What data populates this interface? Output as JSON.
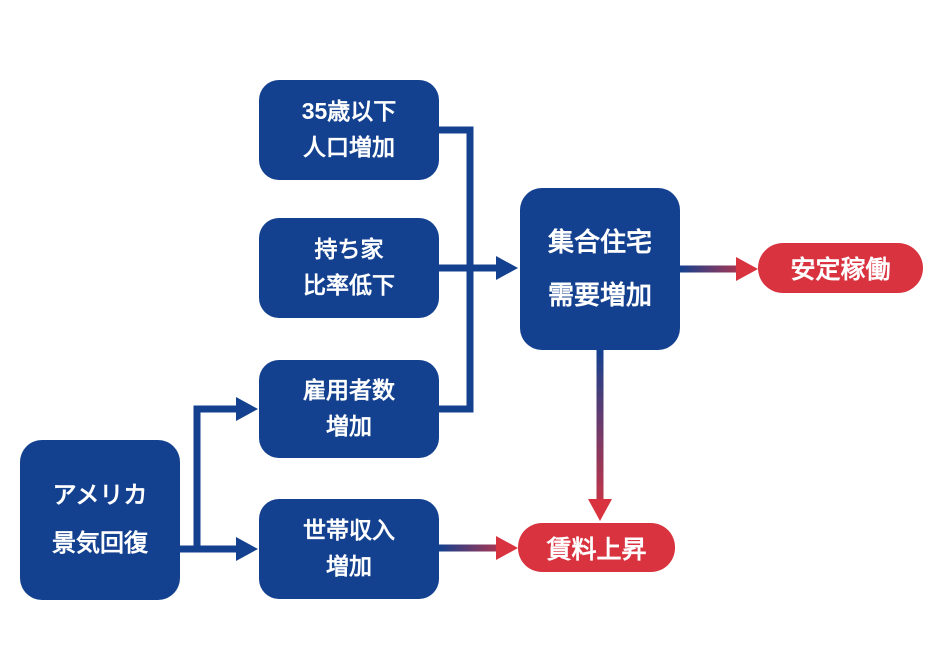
{
  "colors": {
    "node_blue": "#14418F",
    "node_red": "#D8333F",
    "background": "#FFFFFF",
    "arrow_gradient": [
      "#14418F",
      "#D8333F"
    ]
  },
  "diagram_type": "cause-effect-flowchart",
  "nodes": {
    "us_recovery": {
      "line1": "アメリカ",
      "line2": "景気回復"
    },
    "under35": {
      "line1": "35歳以下",
      "line2": "人口増加"
    },
    "ownership": {
      "line1": "持ち家",
      "line2": "比率低下"
    },
    "employment": {
      "line1": "雇用者数",
      "line2": "増加"
    },
    "income": {
      "line1": "世帯収入",
      "line2": "増加"
    },
    "demand": {
      "line1": "集合住宅",
      "line2": "需要増加"
    },
    "stable": {
      "label": "安定稼働"
    },
    "rent": {
      "label": "賃料上昇"
    }
  },
  "edges": [
    {
      "from": "us_recovery",
      "to": "employment"
    },
    {
      "from": "us_recovery",
      "to": "income"
    },
    {
      "from": "under35",
      "to": "demand"
    },
    {
      "from": "ownership",
      "to": "demand"
    },
    {
      "from": "employment",
      "to": "demand"
    },
    {
      "from": "demand",
      "to": "stable",
      "gradient": true
    },
    {
      "from": "demand",
      "to": "rent",
      "gradient": true
    },
    {
      "from": "income",
      "to": "rent",
      "gradient": true
    }
  ]
}
